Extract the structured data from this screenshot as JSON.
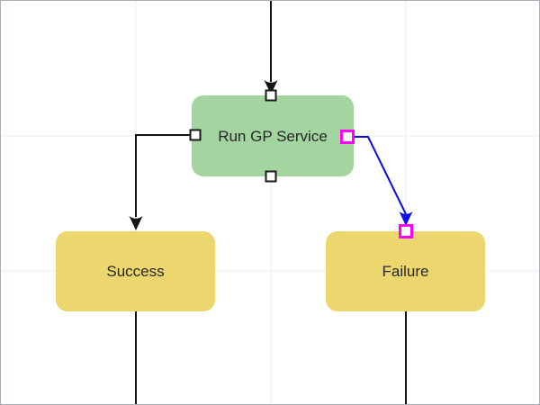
{
  "diagram": {
    "nodes": [
      {
        "id": "run-gp-service",
        "label": "Run GP Service",
        "type": "process",
        "fill": "#a4d4a0"
      },
      {
        "id": "success",
        "label": "Success",
        "type": "outcome",
        "fill": "#ecd76e"
      },
      {
        "id": "failure",
        "label": "Failure",
        "type": "outcome",
        "fill": "#ecd76e"
      }
    ],
    "connectors": [
      {
        "id": "incoming-top",
        "from": "offscreen-top",
        "to": "run-gp-service",
        "color": "#141414",
        "selected": false
      },
      {
        "id": "to-success",
        "from": "run-gp-service",
        "to": "success",
        "color": "#141414",
        "selected": false
      },
      {
        "id": "to-failure",
        "from": "run-gp-service",
        "to": "failure",
        "color": "#0d0de8",
        "selected": true
      },
      {
        "id": "success-outgoing",
        "from": "success",
        "to": "offscreen-bottom",
        "color": "#141414",
        "selected": false
      },
      {
        "id": "failure-outgoing",
        "from": "failure",
        "to": "offscreen-bottom",
        "color": "#141414",
        "selected": false
      }
    ],
    "ports": [
      {
        "id": "run-gp-service-top",
        "style": "default"
      },
      {
        "id": "run-gp-service-left",
        "style": "default"
      },
      {
        "id": "run-gp-service-bottom",
        "style": "default"
      },
      {
        "id": "run-gp-service-right",
        "style": "selected"
      },
      {
        "id": "failure-top",
        "style": "selected"
      }
    ],
    "colors": {
      "node_green": "#a4d4a0",
      "node_yellow": "#ecd76e",
      "connector_black": "#141414",
      "connector_selected_blue": "#0d0de8",
      "port_magenta": "#ff00ff",
      "port_border": "#1a1a1a",
      "grid_line": "#ededed",
      "canvas_background": "#ffffff",
      "canvas_border": "#aab0b5",
      "label_text": "#262626"
    }
  }
}
